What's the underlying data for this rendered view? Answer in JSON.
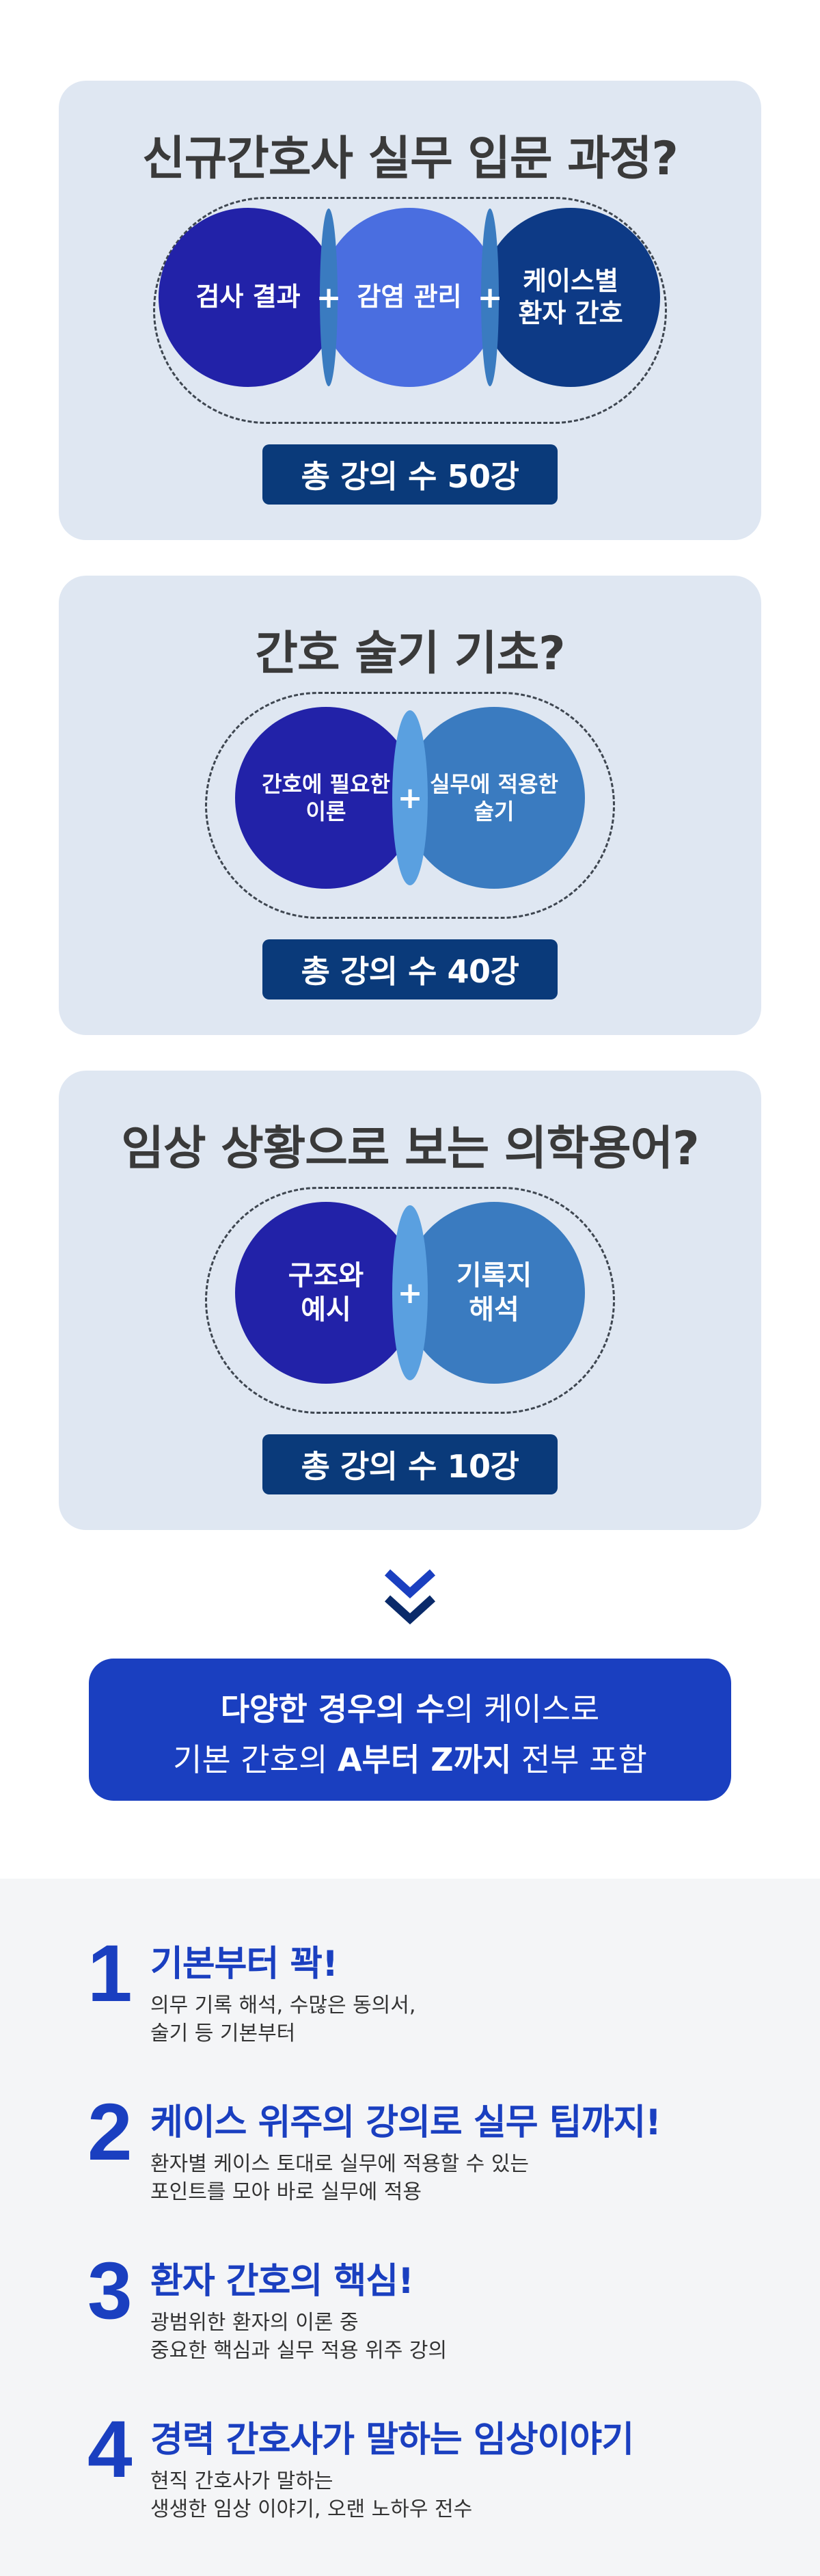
{
  "sections": [
    {
      "title": "신규간호사 실무 입문 과정?",
      "circles": [
        "검사 결과",
        "감염 관리",
        "케이스별\n환자 간호"
      ],
      "badge": "총 강의 수 50강"
    },
    {
      "title": "간호 술기 기초?",
      "circles": [
        "간호에 필요한\n이론",
        "실무에 적용한\n술기"
      ],
      "badge": "총 강의 수 40강"
    },
    {
      "title": "임상 상황으로 보는 의학용어?",
      "circles": [
        "구조와\n예시",
        "기록지\n해석"
      ],
      "badge": "총 강의 수 10강"
    }
  ],
  "banner": {
    "line1_bold": "다양한 경우의 수",
    "line1_rest": "의 케이스로",
    "line2_pre": "기본 간호의 ",
    "line2_bold": "A부터 Z까지",
    "line2_post": " 전부 포함"
  },
  "features": [
    {
      "num": "1",
      "title": "기본부터 꽉!",
      "desc": [
        "의무 기록 해석, 수많은 동의서,",
        "술기 등 기본부터"
      ]
    },
    {
      "num": "2",
      "title": "케이스 위주의 강의로 실무 팁까지!",
      "desc": [
        "환자별 케이스 토대로 실무에 적용할 수 있는",
        "포인트를 모아 바로 실무에 적용"
      ]
    },
    {
      "num": "3",
      "title": "환자 간호의 핵심!",
      "desc": [
        "광범위한 환자의 이론 중",
        "중요한 핵심과 실무 적용 위주 강의"
      ]
    },
    {
      "num": "4",
      "title": "경력 간호사가 말하는 임상이야기",
      "desc": [
        "현직 간호사가 말하는",
        "생생한 임상 이야기, 오랜 노하우 전수"
      ]
    }
  ],
  "colors": {
    "card_bg": "#dfe7f2",
    "circle_dark": "#2222a8",
    "circle_mid": "#4a6ee0",
    "circle_navy": "#0d3a86",
    "circle_steel": "#3a7bc0",
    "badge_bg": "#0a3a7a",
    "accent": "#1a3fc0"
  },
  "icons": {
    "plus": "plus-icon",
    "chevron": "double-chevron-down-icon"
  }
}
